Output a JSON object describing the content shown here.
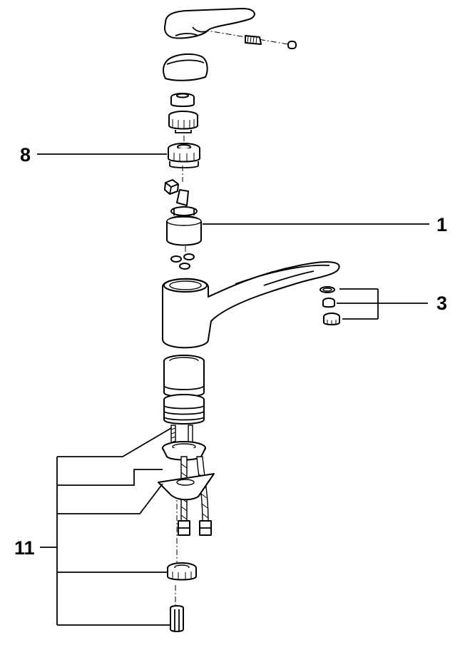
{
  "callouts": {
    "part_8": "8",
    "part_1": "1",
    "part_3": "3",
    "part_11": "11"
  },
  "colors": {
    "ink": "#000000",
    "paper": "#ffffff"
  }
}
